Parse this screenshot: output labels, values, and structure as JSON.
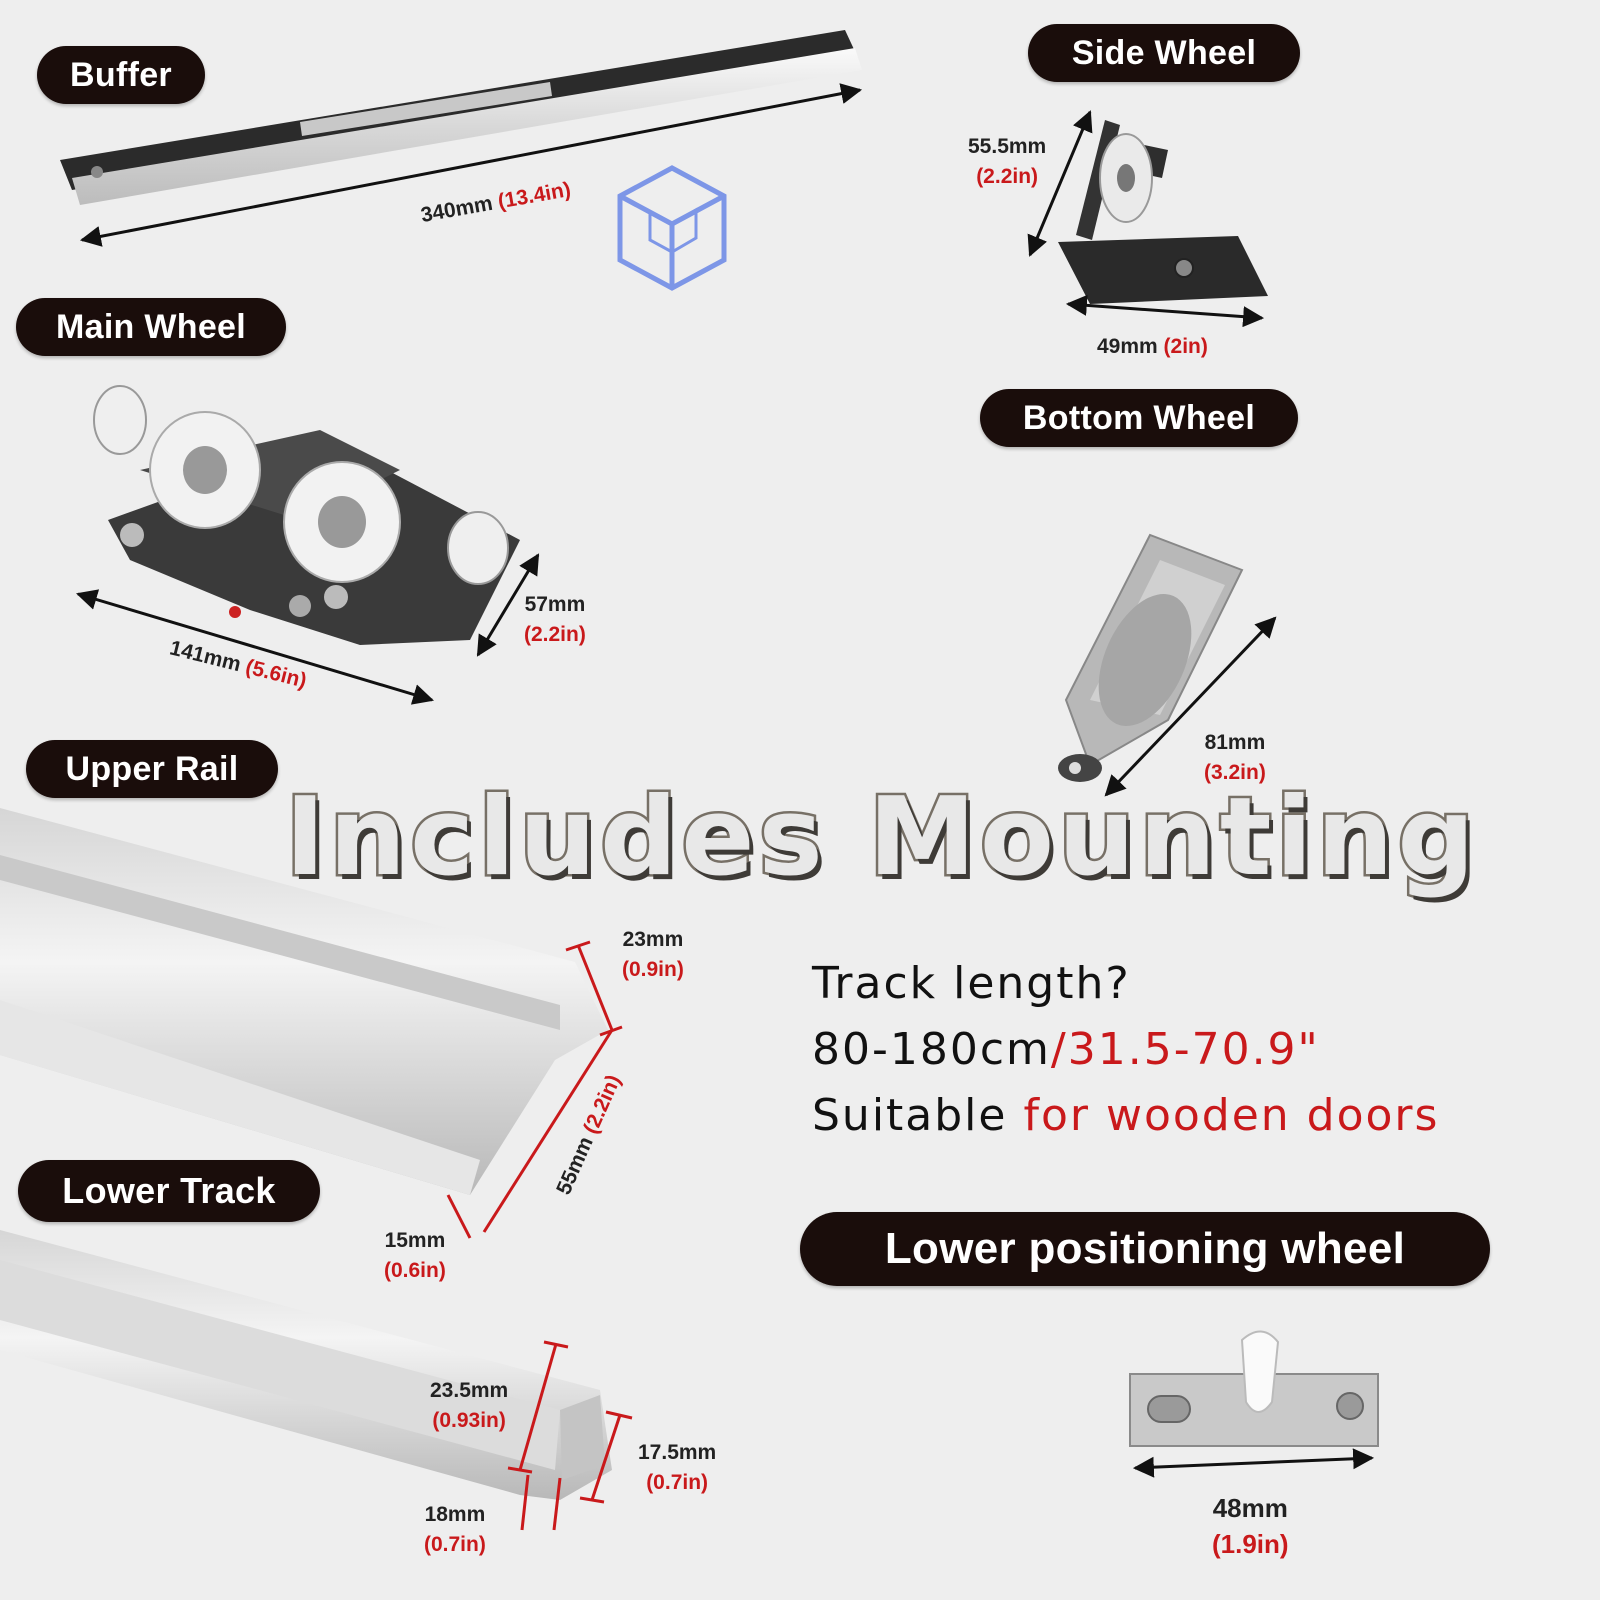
{
  "labels": {
    "buffer": "Buffer",
    "side_wheel": "Side Wheel",
    "main_wheel": "Main Wheel",
    "bottom_wheel": "Bottom Wheel",
    "upper_rail": "Upper Rail",
    "lower_track": "Lower Track",
    "lower_positioning_wheel": "Lower positioning wheel"
  },
  "headline": "Includes Mounting",
  "spec": {
    "line1": "Track length?",
    "line2_a": "80-180cm",
    "line2_b": "/31.5-70.9\"",
    "line3_a": "Suitable ",
    "line3_b": "for wooden doors"
  },
  "dimensions": {
    "buffer_len": {
      "mm": "340mm ",
      "in": "(13.4in)"
    },
    "side_height": {
      "mm": "55.5mm",
      "in": "(2.2in)"
    },
    "side_width": {
      "mm": "49mm ",
      "in": "(2in)"
    },
    "main_len": {
      "mm": "141mm ",
      "in": "(5.6in)"
    },
    "main_width": {
      "mm": "57mm",
      "in": "(2.2in)"
    },
    "bottom_len": {
      "mm": "81mm",
      "in": "(3.2in)"
    },
    "upper_top": {
      "mm": "23mm",
      "in": "(0.9in)"
    },
    "upper_side": {
      "mm": "55mm ",
      "in": "(2.2in)"
    },
    "upper_bottom": {
      "mm": "15mm",
      "in": "(0.6in)"
    },
    "lower_height": {
      "mm": "23.5mm",
      "in": "(0.93in)"
    },
    "lower_inner": {
      "mm": "17.5mm",
      "in": "(0.7in)"
    },
    "lower_width": {
      "mm": "18mm",
      "in": "(0.7in)"
    },
    "positioning_len": {
      "mm": "48mm",
      "in": "(1.9in)"
    }
  },
  "colors": {
    "pill": "#1a0d0b",
    "accent_red": "#c9191b",
    "background": "#eeeeee"
  }
}
